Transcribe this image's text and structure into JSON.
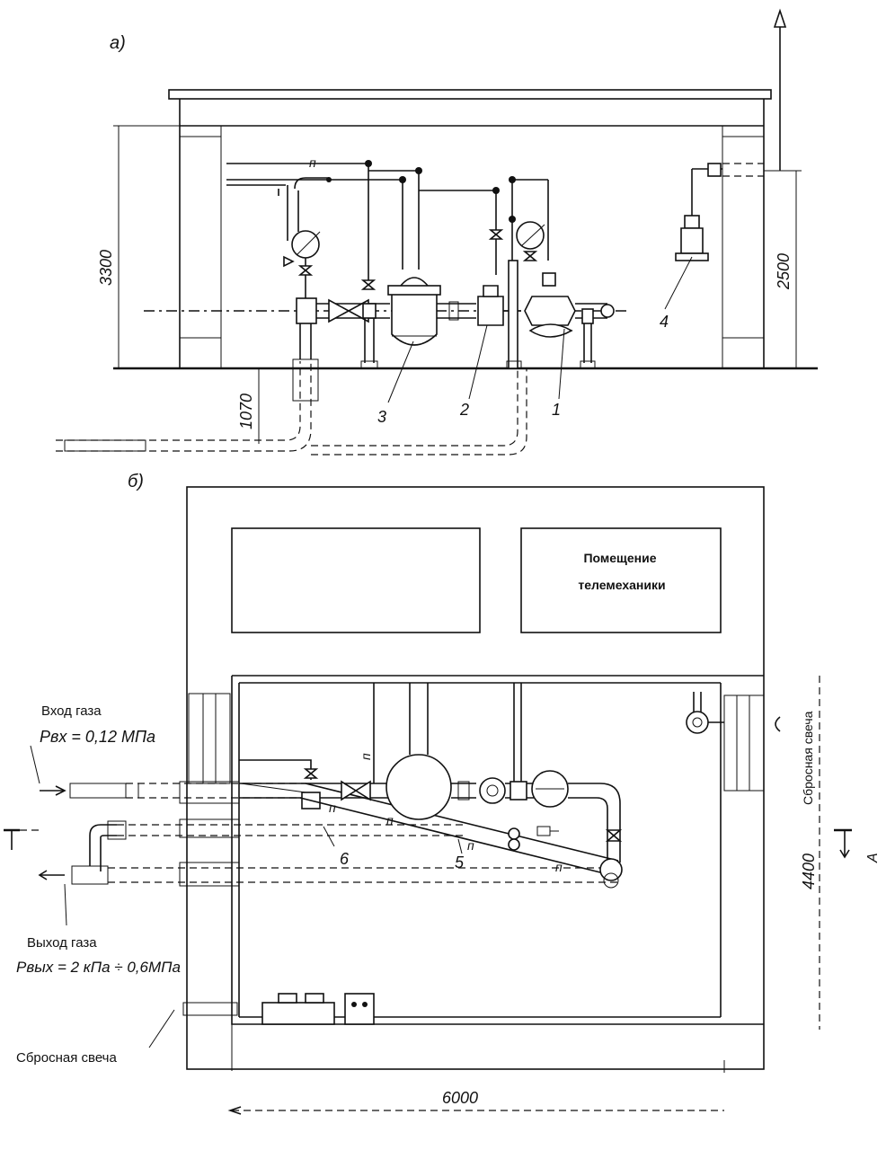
{
  "views": {
    "a_label": "a)",
    "b_label": "б)"
  },
  "dimensions": {
    "height_3300": "3300",
    "height_2500": "2500",
    "depth_1070": "1070",
    "width_6000": "6000",
    "width_4400": "4400"
  },
  "callouts": {
    "c1": "1",
    "c2": "2",
    "c3": "3",
    "c4": "4",
    "c5": "5",
    "c6": "6",
    "p": "п",
    "section_a": "A"
  },
  "rooms": {
    "telemechanics_line1": "Помещение",
    "telemechanics_line2": "телемеханики"
  },
  "labels": {
    "gas_inlet": "Вход газа",
    "gas_inlet_pressure": "Pвх = 0,12 МПа",
    "gas_outlet": "Выход газа",
    "gas_outlet_pressure": "Pвых = 2 кПа ÷ 0,6МПа",
    "vent_candle_bottom": "Сбросная свеча",
    "vent_candle_right": "Сбросная свеча"
  }
}
